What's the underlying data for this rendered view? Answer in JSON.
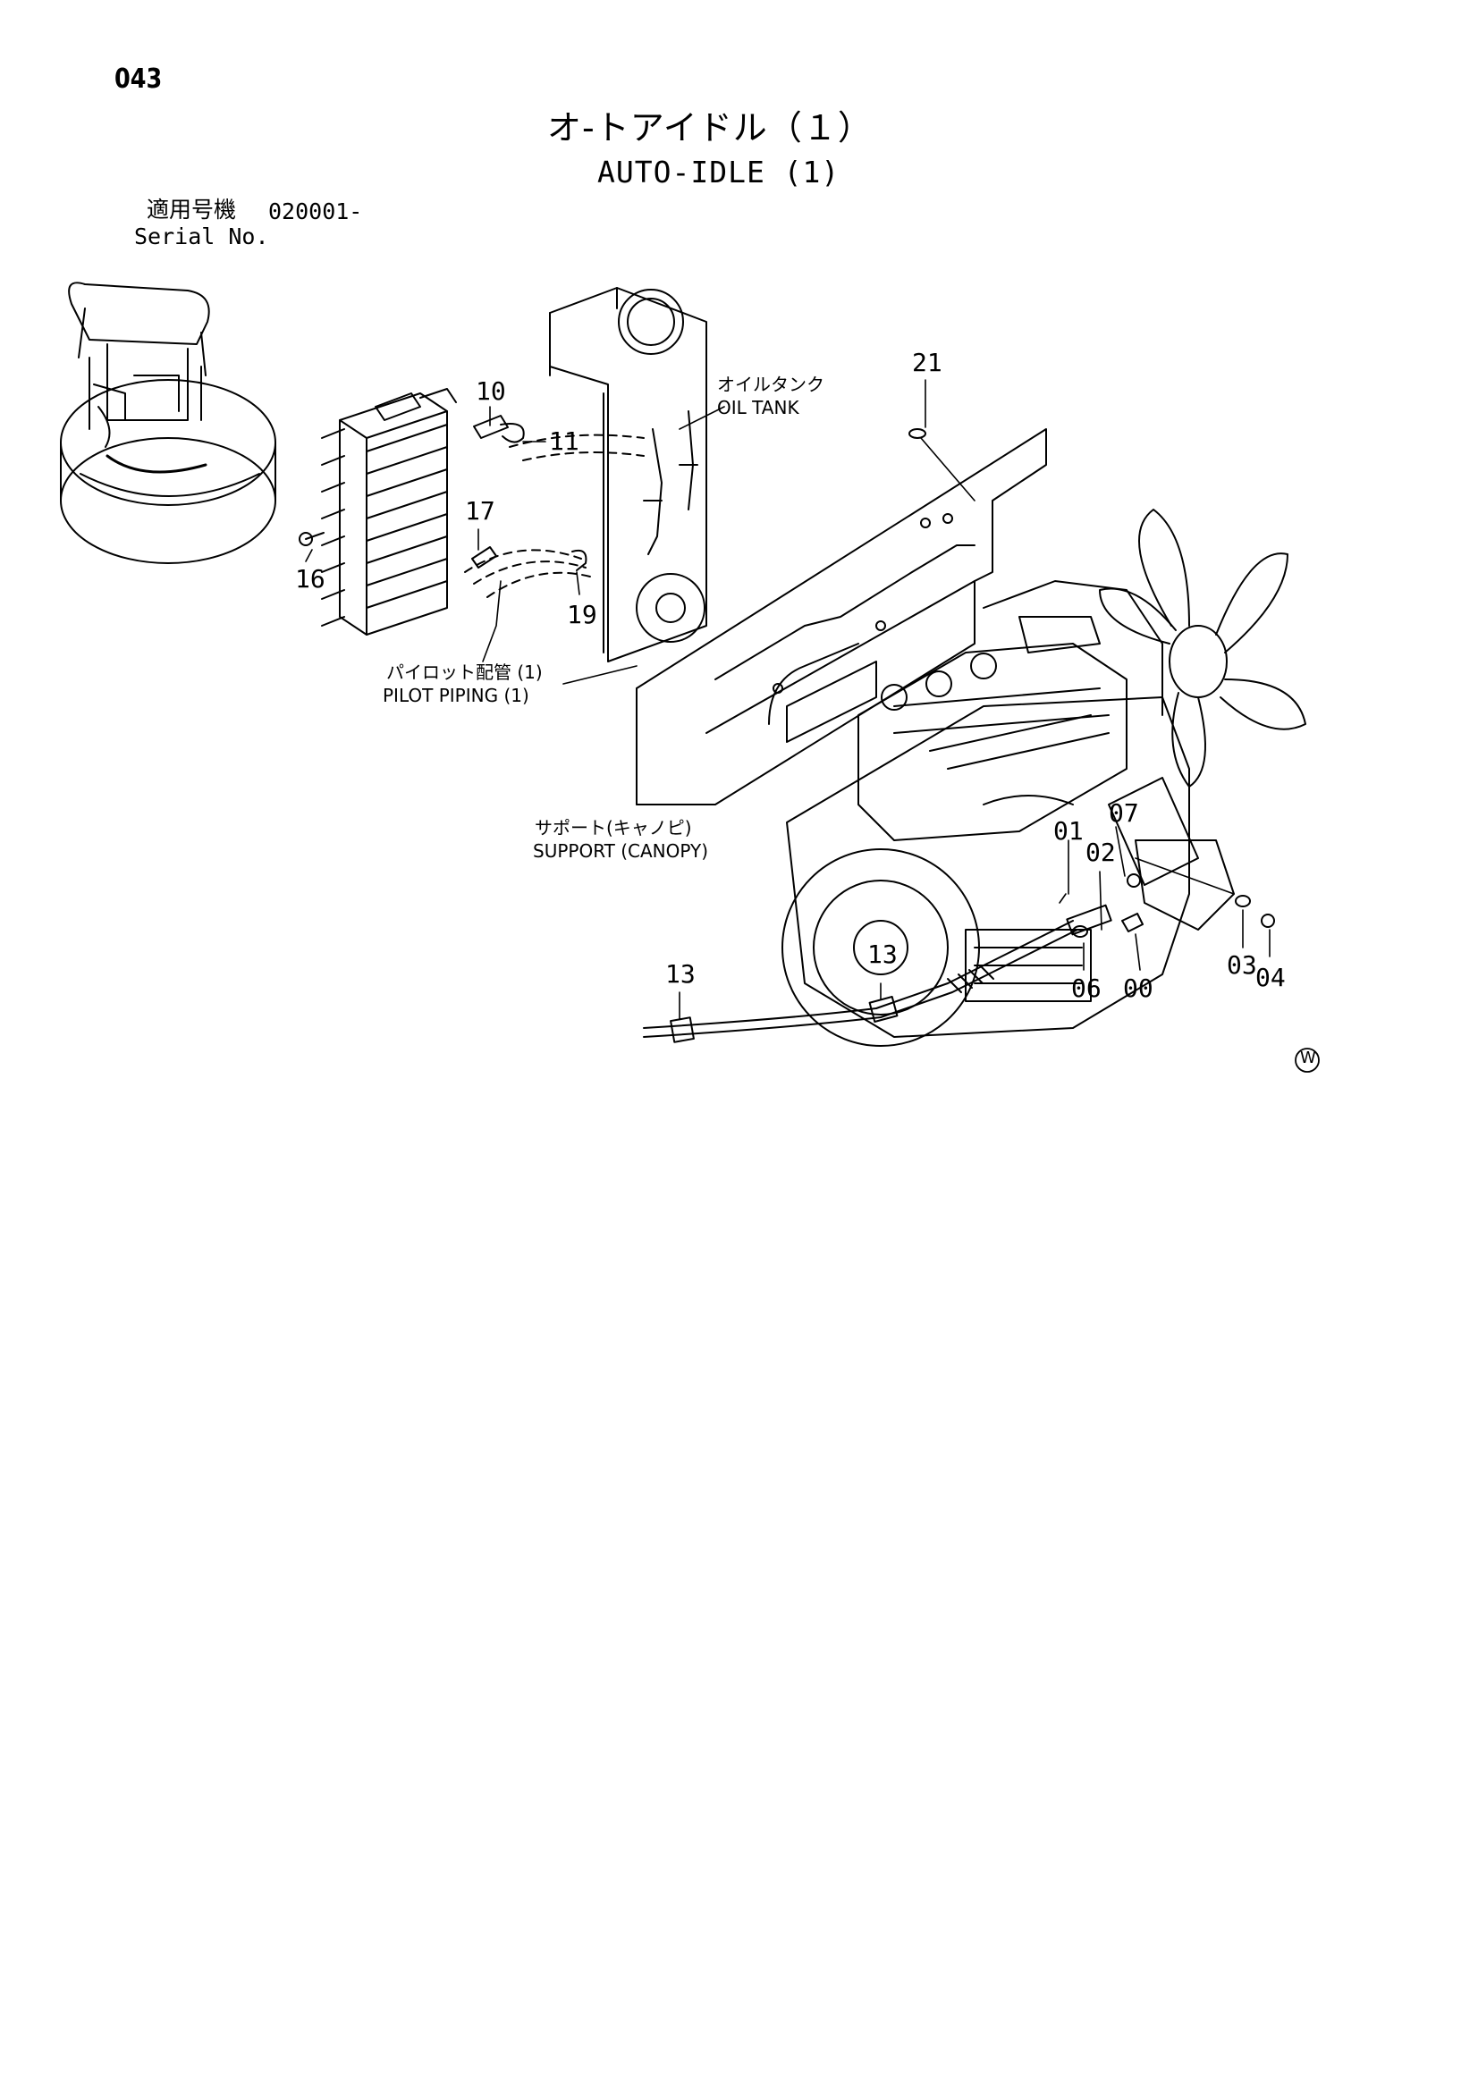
{
  "page_number": "043",
  "title_jp": "オ-トアイドル（１）",
  "title_en": "AUTO-IDLE (1)",
  "serial": {
    "label_jp": "適用号機",
    "value": "020001-",
    "label_en": "Serial No."
  },
  "labels": {
    "oil_tank_jp": "オイルタンク",
    "oil_tank_en": "OIL TANK",
    "pilot_piping_jp": "パイロット配管 (1)",
    "pilot_piping_en": "PILOT PIPING (1)",
    "support_jp": "サポート(キャノピ)",
    "support_en": "SUPPORT (CANOPY)"
  },
  "part_numbers": {
    "p10": "10",
    "p11": "11",
    "p16": "16",
    "p17": "17",
    "p19": "19",
    "p21": "21",
    "p13a": "13",
    "p13b": "13",
    "p01": "01",
    "p02": "02",
    "p07": "07",
    "p03": "03",
    "p04": "04",
    "p06": "06",
    "p00": "00"
  },
  "mark": "W"
}
